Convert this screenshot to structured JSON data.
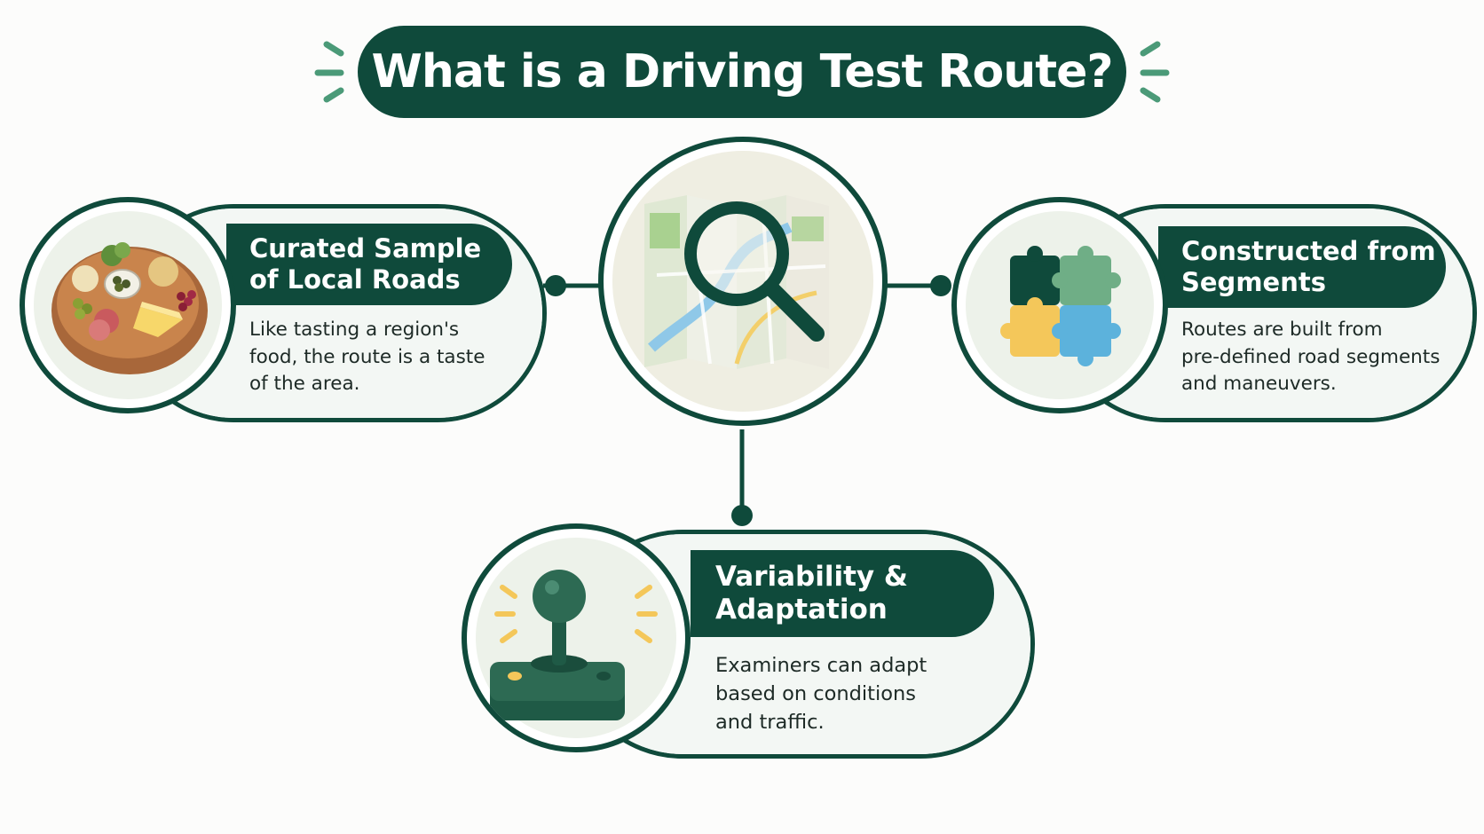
{
  "title": "What is a Driving Test Route?",
  "center_icon": "map-magnifier-icon",
  "colors": {
    "primary_dark_green": "#0f4a3b",
    "accent_green": "#4b9a78",
    "card_tint": "#f3f7f4",
    "puzzle_yellow": "#f4c75a",
    "puzzle_blue": "#5cb2dc",
    "puzzle_green": "#6fae86"
  },
  "cards": [
    {
      "icon": "cheese-board-icon",
      "title_line1": "Curated Sample",
      "title_line2": "of Local Roads",
      "body_line1": "Like tasting a region's",
      "body_line2": "food, the route is a taste",
      "body_line3": "of the area."
    },
    {
      "icon": "puzzle-pieces-icon",
      "title_line1": "Constructed from",
      "title_line2": "Segments",
      "body_line1": "Routes are built from",
      "body_line2": "pre-defined road segments",
      "body_line3": "and maneuvers."
    },
    {
      "icon": "joystick-icon",
      "title_line1": "Variability &",
      "title_line2": "Adaptation",
      "body_line1": "Examiners can adapt",
      "body_line2": "based on conditions",
      "body_line3": "and traffic."
    }
  ]
}
